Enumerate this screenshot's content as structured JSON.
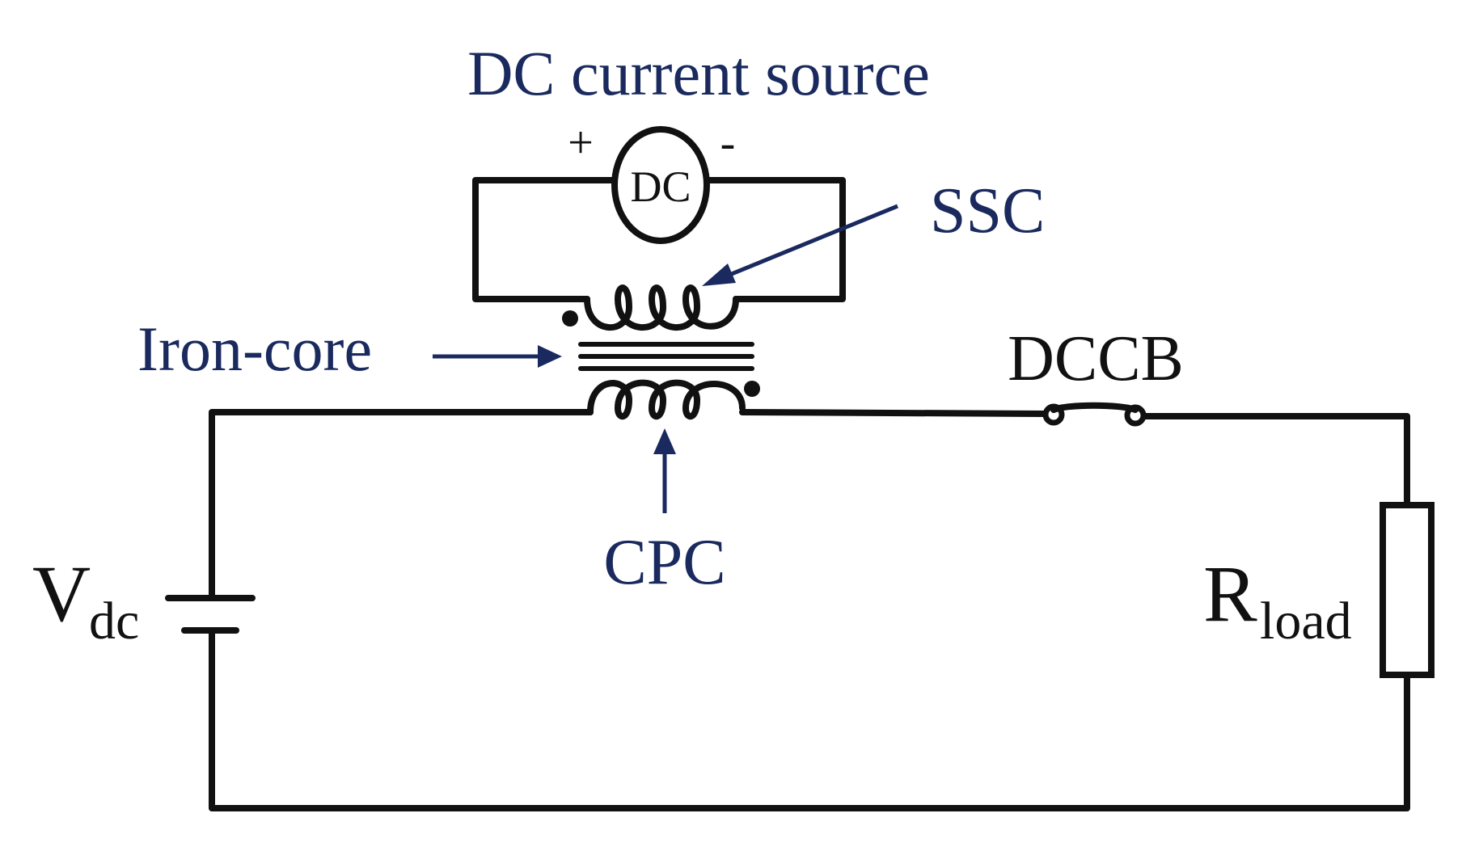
{
  "labels": {
    "dc_source_title": "DC current source",
    "dc_source_symbol": "DC",
    "plus": "+",
    "minus": "-",
    "ssc": "SSC",
    "iron_core": "Iron-core",
    "cpc": "CPC",
    "dccb": "DCCB",
    "vdc_main": "V",
    "vdc_sub": "dc",
    "rload_main": "R",
    "rload_sub": "load"
  },
  "colors": {
    "label_blue": "#1a2a5e",
    "wire": "#111111"
  }
}
